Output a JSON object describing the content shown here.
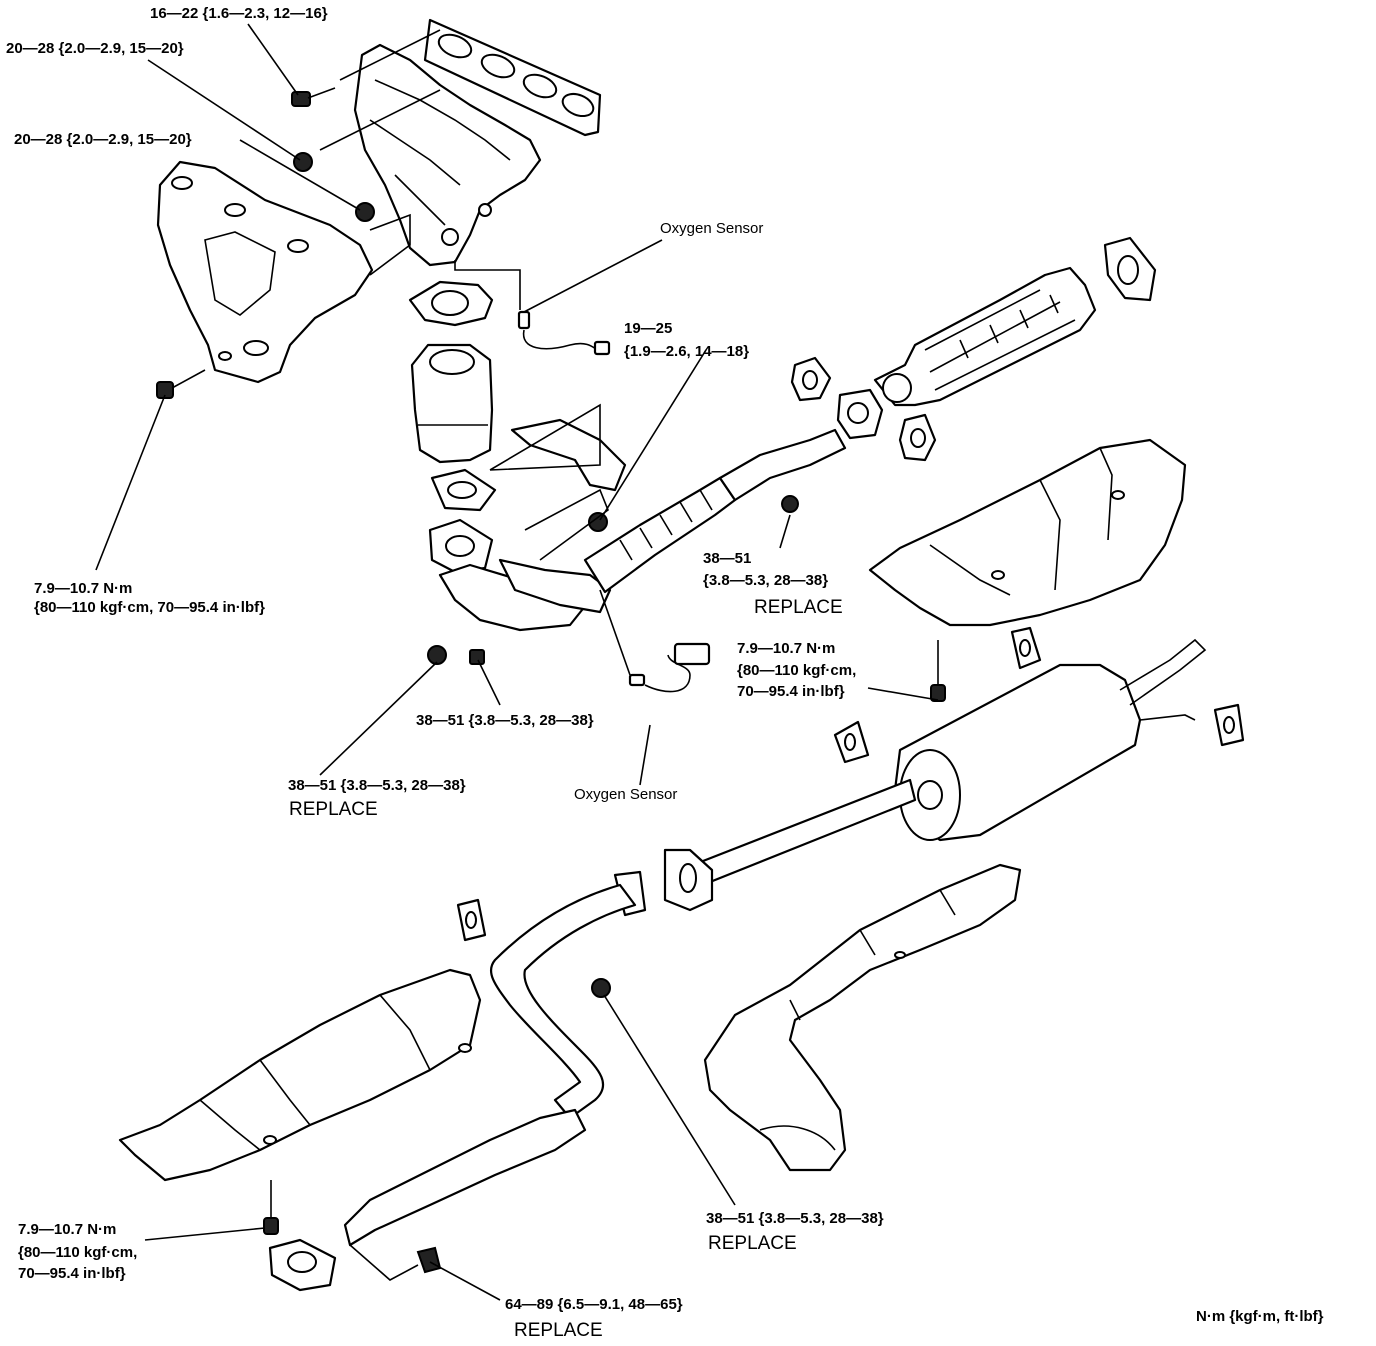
{
  "labels": {
    "t1": "16—22 {1.6—2.3, 12—16}",
    "t2": "20—28 {2.0—2.9, 15—20}",
    "t3": "20—28 {2.0—2.9, 15—20}",
    "t4a": "7.9—10.7 N·m",
    "t4b": "{80—110 kgf·cm, 70—95.4 in·lbf}",
    "t5a": "19—25",
    "t5b": "{1.9—2.6, 14—18}",
    "t6a": "38—51",
    "t6b": "{3.8—5.3, 28—38}",
    "t6c": "REPLACE",
    "t7a": "7.9—10.7 N·m",
    "t7b": "{80—110 kgf·cm,",
    "t7c": "70—95.4 in·lbf}",
    "t8": "38—51 {3.8—5.3, 28—38}",
    "t9a": "38—51 {3.8—5.3, 28—38}",
    "t9b": "REPLACE",
    "t10a": "38—51 {3.8—5.3, 28—38}",
    "t10b": "REPLACE",
    "t11a": "7.9—10.7 N·m",
    "t11b": "{80—110 kgf·cm,",
    "t11c": "70—95.4 in·lbf}",
    "t12a": "64—89 {6.5—9.1, 48—65}",
    "t12b": "REPLACE",
    "oxy1": "Oxygen Sensor",
    "oxy2": "Oxygen Sensor",
    "units": "N·m {kgf·m, ft·lbf}"
  }
}
